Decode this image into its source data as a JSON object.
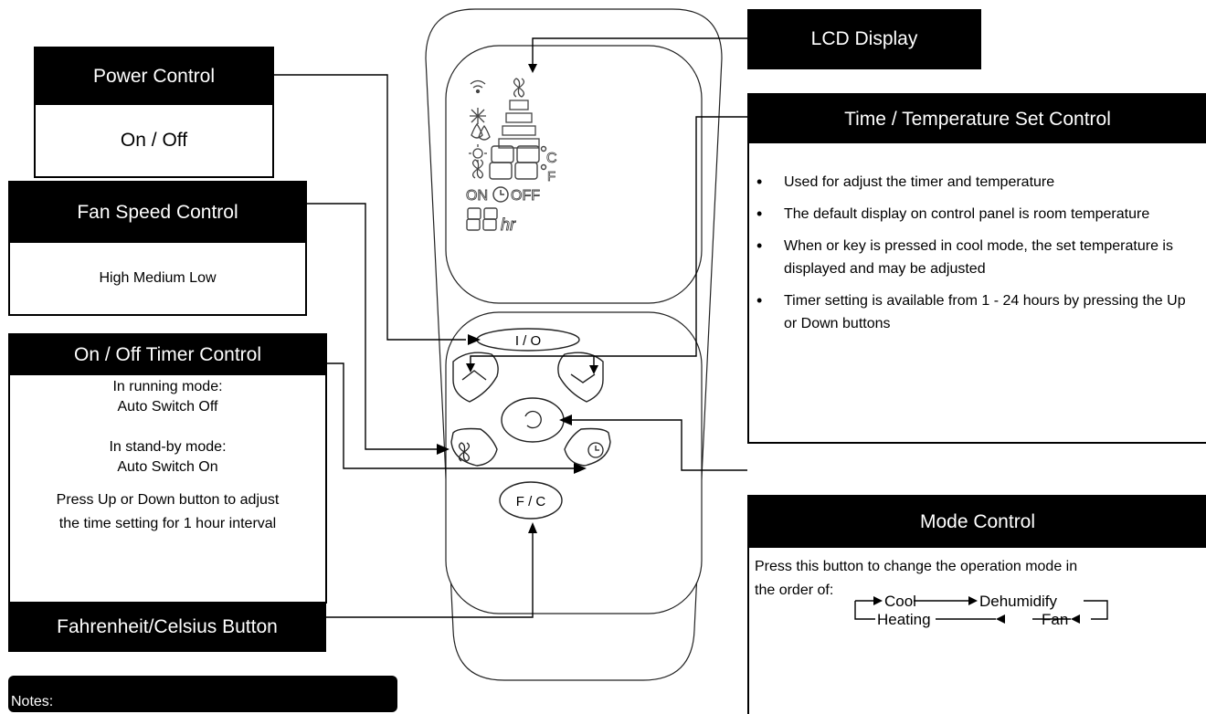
{
  "power": {
    "title": "Power Control",
    "body": "On / Off"
  },
  "fan_speed": {
    "title": "Fan Speed Control",
    "body": "High Medium Low"
  },
  "timer": {
    "title": "On / Off Timer Control",
    "running_label": "In running mode:",
    "running_action": "Auto Switch Off",
    "standby_label": "In stand-by mode:",
    "standby_action": "Auto Switch On",
    "adjust_line1": "Press Up or Down button to adjust",
    "adjust_line2": "the time setting for 1 hour interval"
  },
  "fc_button": {
    "title": "Fahrenheit/Celsius Button"
  },
  "notes": {
    "title": "Notes:"
  },
  "lcd": {
    "title": "LCD Display"
  },
  "time_temp": {
    "title": "Time / Temperature Set Control",
    "items": [
      "Used for adjust the timer and temperature",
      "The default display on control panel is room temperature",
      "When or key is pressed in cool mode, the set temperature is displayed and may be adjusted",
      "Timer setting is available from 1 - 24 hours by pressing the Up or Down buttons"
    ]
  },
  "mode": {
    "title": "Mode Control",
    "body": "Press this button to change the operation mode in the order of:",
    "cycle": {
      "cool": "Cool",
      "dehumidify": "Dehumidify",
      "fan": "Fan",
      "heating": "Heating"
    }
  },
  "remote": {
    "power_button": "I / O",
    "fc_button": "F / C",
    "lcd_digits": "88",
    "lcd_on": "ON",
    "lcd_off": "OFF",
    "lcd_hr_digits": "88",
    "lcd_hr": "hr",
    "lcd_c": "C",
    "lcd_f": "F"
  },
  "colors": {
    "header_bg": "#000000",
    "header_text": "#ffffff",
    "line": "#000000"
  }
}
